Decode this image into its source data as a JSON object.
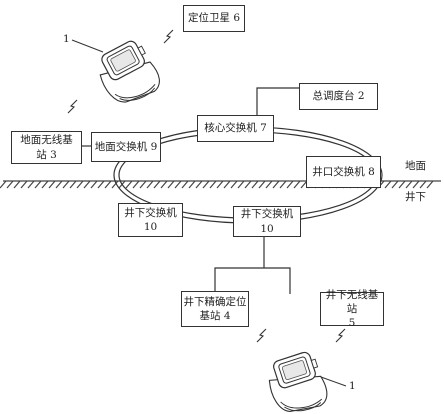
{
  "nodes": {
    "satellite": "定位卫星 6",
    "dispatch": "总调度台 2",
    "core_switch": "核心交换机 7",
    "ground_base": "地面无线基\n站 3",
    "ground_switch": "地面交换机 9",
    "wellhead_switch": "井口交换机 8",
    "uw_switch_left": "井下交换机\n10",
    "uw_switch_center": "井下交换机\n10",
    "uw_precise_base": "井下精确定位\n基站 4",
    "uw_wireless_base": "井下无线基站\n5"
  },
  "labels": {
    "ground": "地面",
    "underground": "井下",
    "device_top": "1",
    "device_bottom": "1"
  },
  "colors": {
    "line": "#333333",
    "ground_hatch": "#444444"
  }
}
